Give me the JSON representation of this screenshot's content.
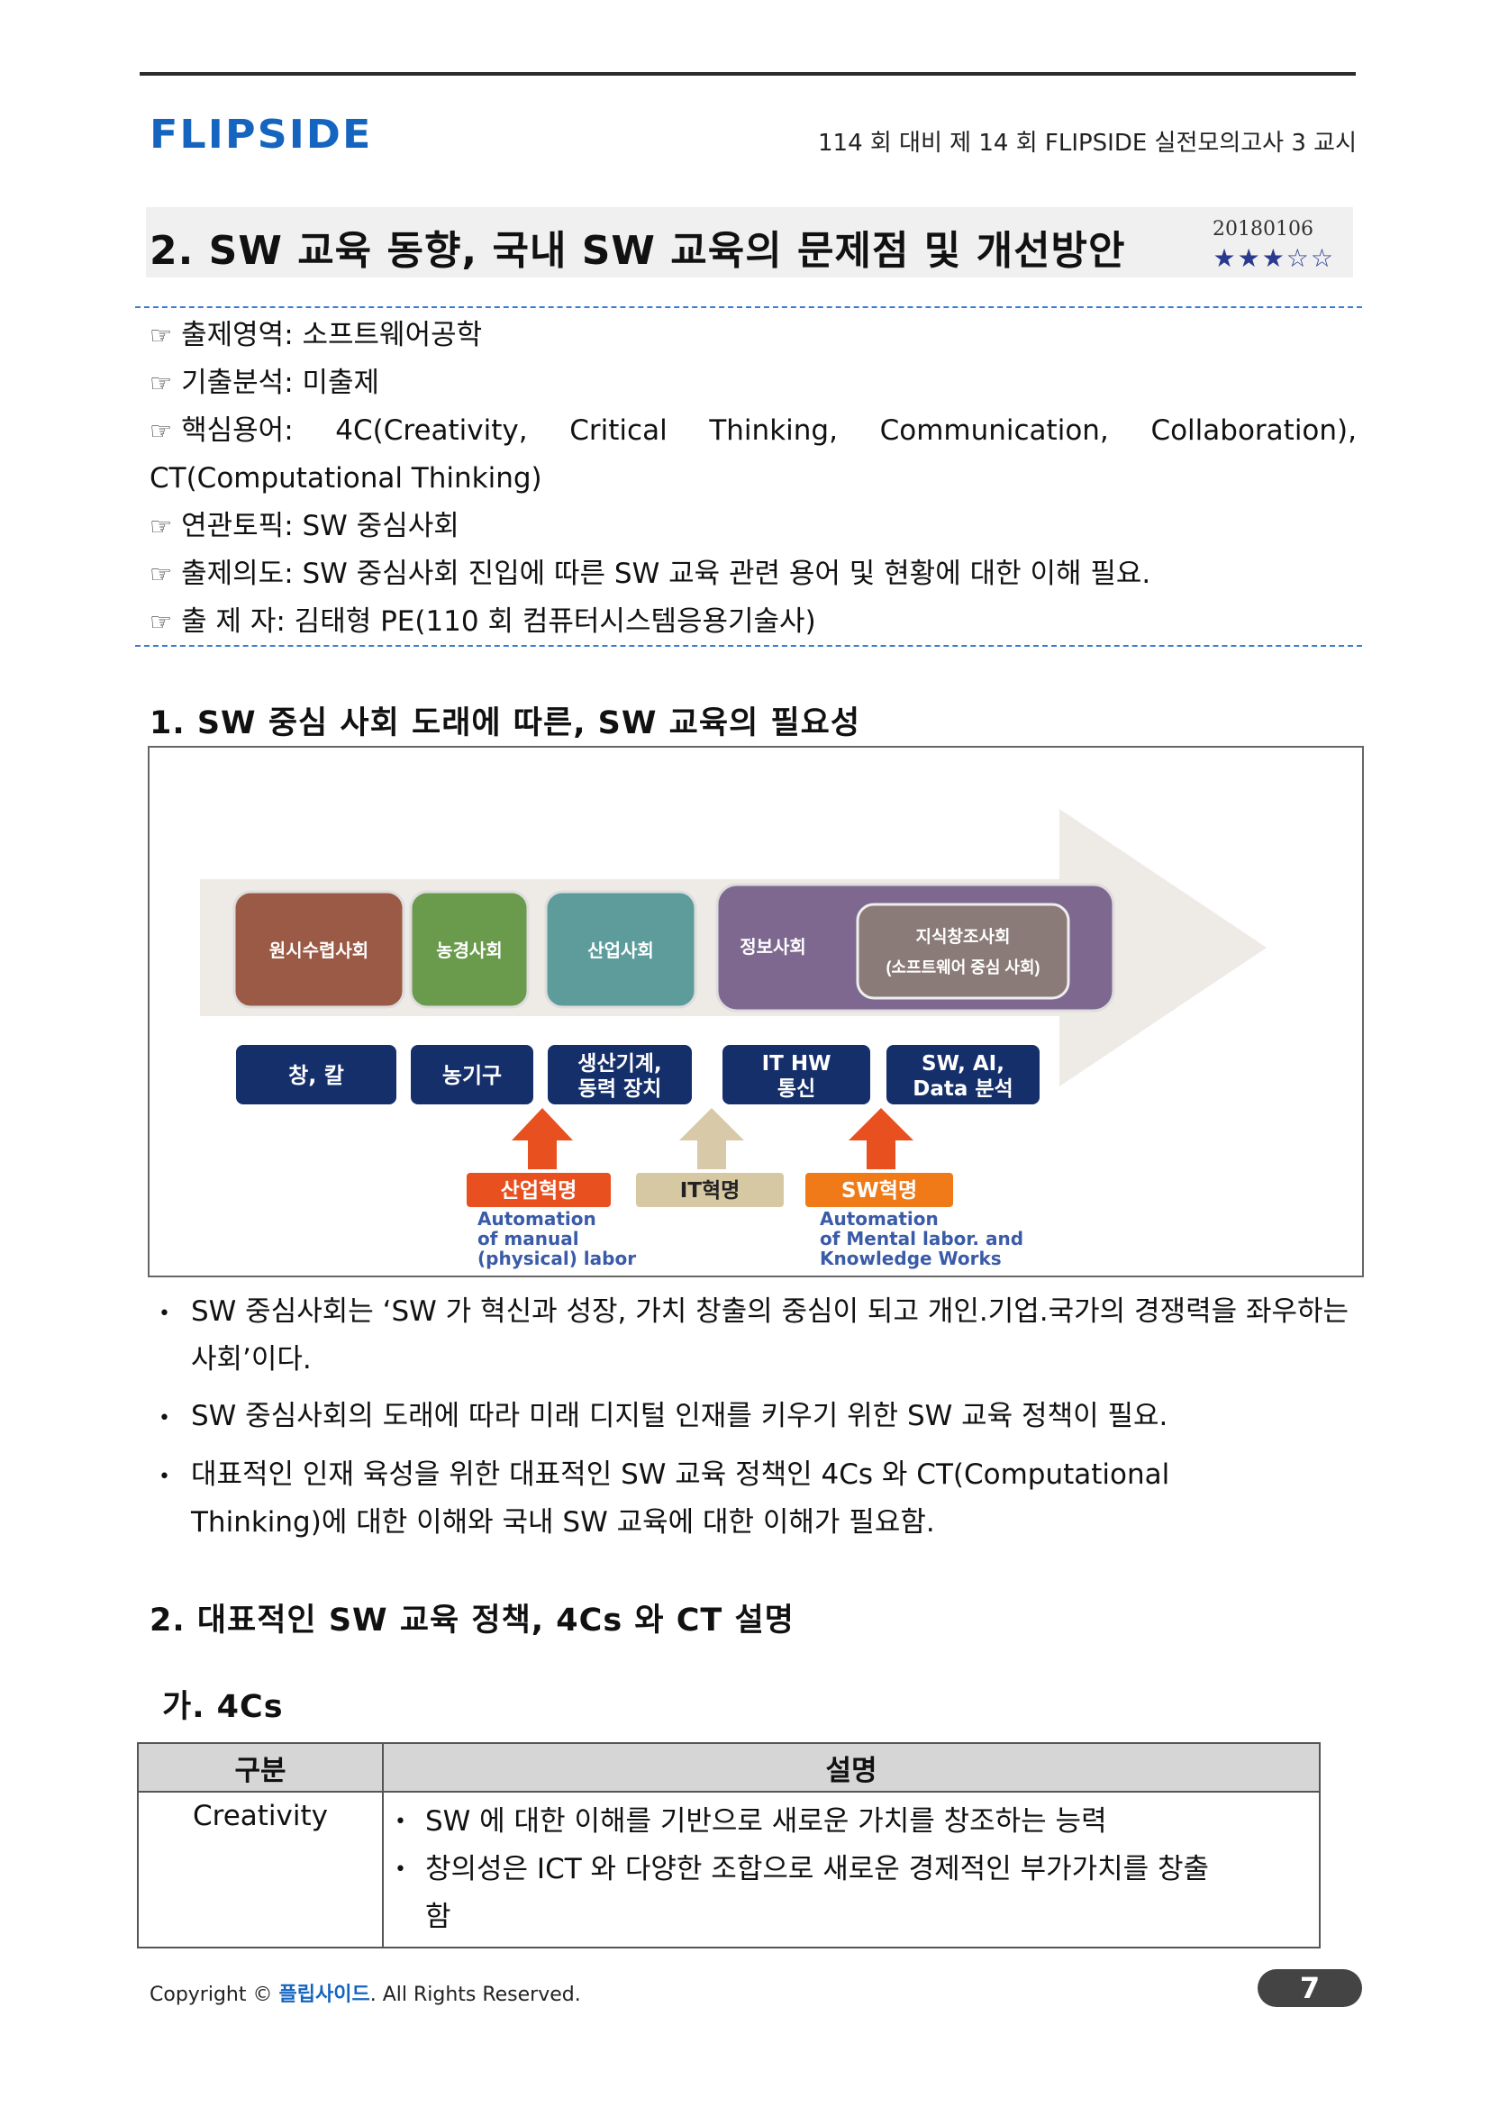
{
  "header": {
    "logo": "FLIPSIDE",
    "exam_title": "114 회 대비 제 14 회 FLIPSIDE 실전모의고사 3 교시"
  },
  "title": {
    "text": "2. SW 교육 동향, 국내 SW 교육의 문제점 및 개선방안",
    "date": "20180106",
    "stars": "★★★☆☆",
    "difficulty_filled": 3,
    "difficulty_max": 5
  },
  "meta": {
    "hand_icon": "☞",
    "area": "출제영역: 소프트웨어공학",
    "analysis": "기출분석: 미출제",
    "keywords": "핵심용어: 4C(Creativity, Critical Thinking, Communication, Collaboration), CT(Computational Thinking)",
    "related": "연관토픽: SW 중심사회",
    "intent": "출제의도: SW 중심사회 진입에 따른 SW 교육 관련 용어 및 현황에 대한 이해 필요.",
    "author": "출 제 자: 김태형 PE(110 회 컴퓨터시스템응용기술사)"
  },
  "section1": {
    "title": "1. SW 중심 사회 도래에 따른, SW 교육의 필요성",
    "figure": {
      "societies": [
        "원시수렵사회",
        "농경사회",
        "산업사회",
        "정보사회"
      ],
      "knowledge_society": [
        "지식창조사회",
        "(소프트웨어 중심 사회)"
      ],
      "tools": [
        "창, 칼",
        "농기구",
        "생산기계,",
        "동력 장치",
        "IT HW",
        "통신",
        "SW, AI,",
        "Data 분석"
      ],
      "revolutions": [
        "산업혁명",
        "IT혁명",
        "SW혁명"
      ],
      "auto_left": [
        "Automation",
        "of manual",
        "(physical) labor"
      ],
      "auto_right": [
        "Automation",
        "of Mental labor. and",
        "Knowledge Works"
      ],
      "colors": {
        "society_primitive": "#9b5a45",
        "society_agri": "#6a9a4c",
        "society_industry": "#5e9c9c",
        "society_info": "#7e6890",
        "tool_box": "#152f6b",
        "arrow_up_red": "#e8501f",
        "arrow_up_tan": "#d8c9a8",
        "rev_red": "#e8501f",
        "rev_tan": "#d7c8a4",
        "rev_sw": "#f07a17",
        "auto_text": "#3a5ba8"
      }
    },
    "bullets": [
      "SW 중심사회는 ‘SW 가 혁신과 성장, 가치 창출의 중심이 되고 개인.기업.국가의 경쟁력을 좌우하는 사회’이다.",
      "SW 중심사회의 도래에 따라 미래 디지털 인재를 키우기 위한 SW 교육 정책이 필요.",
      "대표적인 인재 육성을 위한 대표적인 SW 교육 정책인 4Cs 와 CT(Computational Thinking)에 대한 이해와 국내 SW 교육에 대한 이해가 필요함."
    ]
  },
  "section2": {
    "title": "2. 대표적인 SW 교육 정책, 4Cs 와 CT 설명",
    "sub": "가. 4Cs",
    "table": {
      "headers": [
        "구분",
        "설명"
      ],
      "rows": [
        {
          "name": "Creativity",
          "items": [
            "SW 에 대한 이해를 기반으로 새로운 가치를 창조하는 능력",
            "창의성은 ICT 와 다양한 조합으로 새로운 경제적인 부가가치를 창출함"
          ]
        }
      ]
    }
  },
  "footer": {
    "copyright_prefix": "Copyright ©",
    "brand": "플립사이드",
    "suffix": ". All Rights Reserved.",
    "page": "7"
  }
}
